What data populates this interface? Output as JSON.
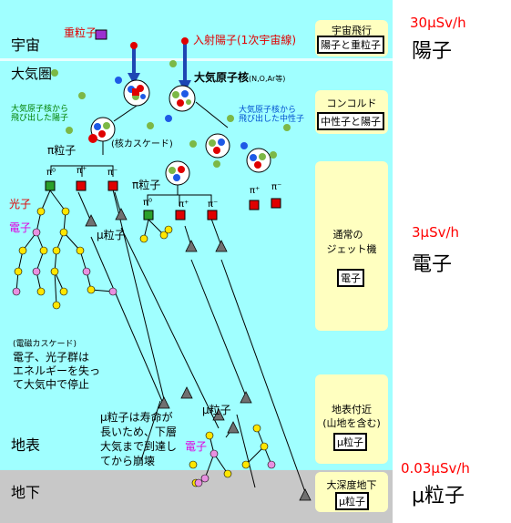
{
  "zones": {
    "space": "宇宙",
    "atmosphere": "大気圏",
    "surface": "地表",
    "underground": "地下"
  },
  "labels": {
    "heavy_particle": "重粒子",
    "primary_cosmic_ray": "入射陽子(1次宇宙線)",
    "atmospheric_nuclei": "大気原子核",
    "atmospheric_nuclei_small": "(N,O,Ar等)",
    "proton_out_line1": "大気原子核から",
    "proton_out_line2": "飛び出した陽子",
    "neutron_out_line1": "大気原子核から",
    "neutron_out_line2": "飛び出した中性子",
    "pion": "π粒子",
    "nuclear_cascade": "(核カスケード)",
    "pion2": "π粒子",
    "pi0": "π⁰",
    "pi_plus": "π⁺",
    "pi_minus": "π⁻",
    "photon": "光子",
    "electron": "電子",
    "muon": "μ粒子",
    "em_cascade": "(電磁カスケード)",
    "em_note_line1": "電子、光子群は",
    "em_note_line2": "エネルギーを失っ",
    "em_note_line3": "て大気中で停止",
    "muon_note_line1": "μ粒子は寿命が",
    "muon_note_line2": "長いため、下層",
    "muon_note_line3": "大気まで到達し",
    "muon_note_line4": "てから崩壊",
    "muon_right": "μ粒子",
    "electron_bottom": "電子"
  },
  "panels": [
    {
      "title_lines": [
        "宇宙飛行"
      ],
      "box": "陽子と重粒子"
    },
    {
      "title_lines": [
        "コンコルド"
      ],
      "box": "中性子と陽子"
    },
    {
      "title_lines": [
        "通常の",
        "ジェット機"
      ],
      "box": "電子"
    },
    {
      "title_lines": [
        "地表付近",
        "(山地を含む)"
      ],
      "box": "μ粒子"
    },
    {
      "title_lines": [
        "大深度地下"
      ],
      "box": "μ粒子"
    }
  ],
  "doses": [
    {
      "value": "30μSv/h",
      "particle": "陽子"
    },
    {
      "value": "3μSv/h",
      "particle": "電子"
    },
    {
      "value": "0.03μSv/h",
      "particle": "μ粒子"
    }
  ],
  "colors": {
    "sky": "#a0ffff",
    "space": "#a0ffff",
    "underground": "#c8c8c8",
    "panel": "#ffffc0",
    "dose_text": "#ff0000",
    "green_label": "#008000",
    "blue_label": "#0050d0",
    "pink_label": "#e000e0",
    "red_label": "#ff0000"
  }
}
